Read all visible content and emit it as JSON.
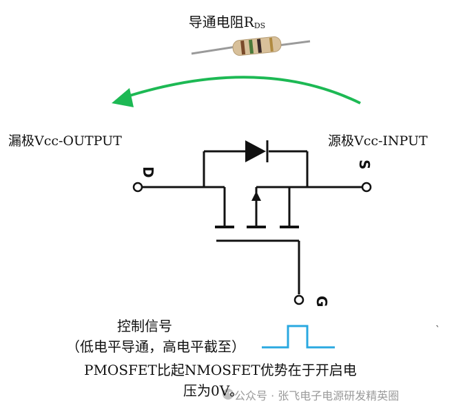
{
  "title_main": "导通电阻R",
  "title_sub": "DS",
  "drain_label": "漏极Vcc-OUTPUT",
  "source_label": "源极Vcc-INPUT",
  "pin_d": "D",
  "pin_s": "S",
  "pin_g": "G",
  "control_line1": "控制信号",
  "control_line2": "（低电平导通，高电平截至）",
  "advantage_line1": "PMOSFET比起NMOSFET优势在于开启电",
  "advantage_line2": "压为0V。",
  "watermark": "公众号 · 张飞电子电源研发精英圈",
  "colors": {
    "arrow": "#1db954",
    "pulse": "#29a8e0",
    "wire": "#111111"
  },
  "icons": {
    "resistor": "resistor-icon",
    "diode": "diode-icon",
    "watermark_logo": "wechat-icon"
  }
}
